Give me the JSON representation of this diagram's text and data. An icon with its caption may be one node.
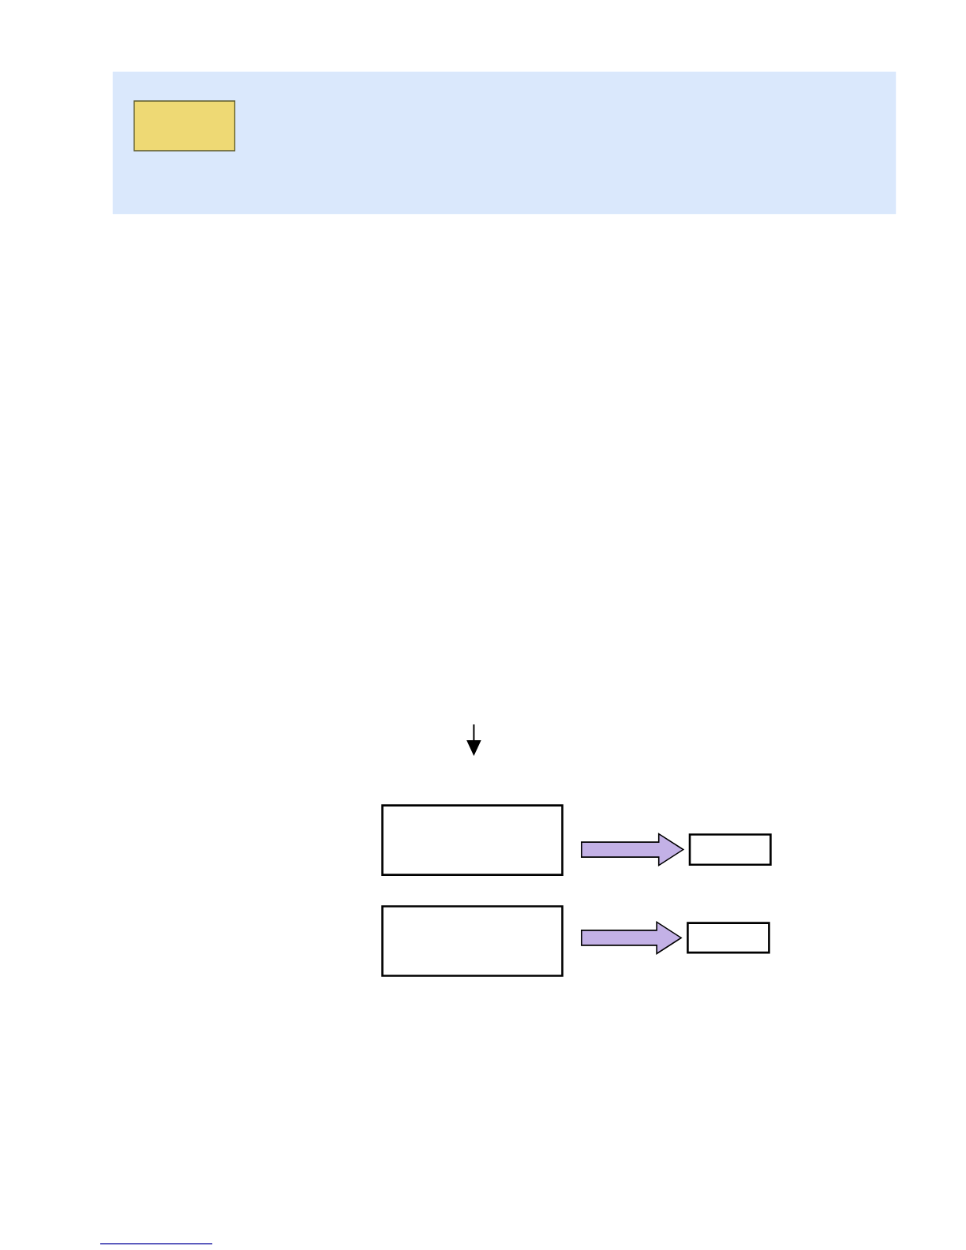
{
  "diagram": {
    "nodes": [
      {
        "text": [],
        "shape": "box"
      },
      {
        "text": [],
        "shape": "box",
        "in": 0
      },
      {
        "text": [],
        "shape": "box"
      },
      {
        "text": [],
        "shape": "box"
      },
      {
        "text": [],
        "shape": "box"
      },
      {
        "text": [],
        "shape": "box"
      }
    ],
    "edges": [
      {
        "from": 2,
        "to": 3,
        "arrow": "to"
      },
      {
        "from": 4,
        "to": 5,
        "arrow": "to"
      }
    ]
  }
}
